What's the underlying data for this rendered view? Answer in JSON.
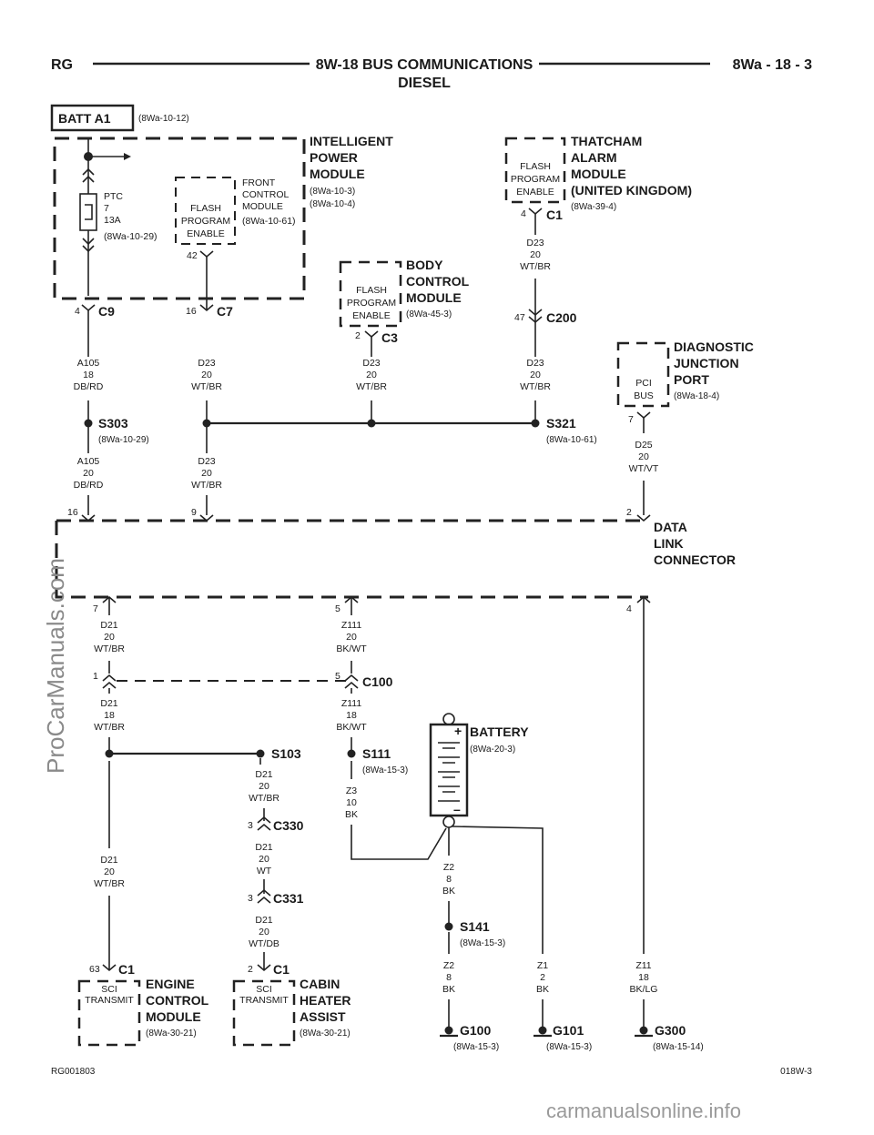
{
  "header": {
    "left": "RG",
    "title": "8W-18 BUS COMMUNICATIONS",
    "subtitle": "DIESEL",
    "right": "8Wa - 18 - 3"
  },
  "batt": {
    "label": "BATT A1",
    "ref": "(8Wa-10-12)"
  },
  "ipm": {
    "name": [
      "INTELLIGENT",
      "POWER",
      "MODULE"
    ],
    "refs": [
      "(8Wa-10-3)",
      "(8Wa-10-4)"
    ],
    "ptc": [
      "PTC",
      "7",
      "13A",
      "(8Wa-10-29)"
    ],
    "flash": [
      "FLASH",
      "PROGRAM",
      "ENABLE"
    ],
    "front": [
      "FRONT",
      "CONTROL",
      "MODULE",
      "(8Wa-10-61)"
    ],
    "pin42": "42",
    "c9_pin": "4",
    "c9": "C9",
    "c7_pin": "16",
    "c7": "C7"
  },
  "bcm": {
    "name": [
      "BODY",
      "CONTROL",
      "MODULE"
    ],
    "ref": "(8Wa-45-3)",
    "flash": [
      "FLASH",
      "PROGRAM",
      "ENABLE"
    ],
    "pin": "2",
    "conn": "C3"
  },
  "tam": {
    "name": [
      "THATCHAM",
      "ALARM",
      "MODULE",
      "(UNITED KINGDOM)"
    ],
    "ref": "(8Wa-39-4)",
    "flash": [
      "FLASH",
      "PROGRAM",
      "ENABLE"
    ],
    "pin": "4",
    "conn": "C1"
  },
  "c200": {
    "pin": "47",
    "name": "C200"
  },
  "djp": {
    "name": [
      "DIAGNOSTIC",
      "JUNCTION",
      "PORT"
    ],
    "ref": "(8Wa-18-4)",
    "pci": [
      "PCI",
      "BUS"
    ],
    "pin": "7"
  },
  "wires": {
    "a105_18": [
      "A105",
      "18",
      "DB/RD"
    ],
    "d23_ipm": [
      "D23",
      "20",
      "WT/BR"
    ],
    "d23_bcm": [
      "D23",
      "20",
      "WT/BR"
    ],
    "d23_tam_top": [
      "D23",
      "20",
      "WT/BR"
    ],
    "d23_tam_bot": [
      "D23",
      "20",
      "WT/BR"
    ],
    "d25": [
      "D25",
      "20",
      "WT/VT"
    ],
    "a105_20": [
      "A105",
      "20",
      "DB/RD"
    ],
    "d23_dlc": [
      "D23",
      "20",
      "WT/BR"
    ],
    "d21_top": [
      "D21",
      "20",
      "WT/BR"
    ],
    "z111_top": [
      "Z111",
      "20",
      "BK/WT"
    ],
    "d21_18": [
      "D21",
      "18",
      "WT/BR"
    ],
    "z111_18": [
      "Z111",
      "18",
      "BK/WT"
    ],
    "d21_ecm": [
      "D21",
      "20",
      "WT/BR"
    ],
    "d21_s103": [
      "D21",
      "20",
      "WT/BR"
    ],
    "d21_wt": [
      "D21",
      "20",
      "WT"
    ],
    "d21_wtdb": [
      "D21",
      "20",
      "WT/DB"
    ],
    "z3": [
      "Z3",
      "10",
      "BK"
    ],
    "z2_top": [
      "Z2",
      "8",
      "BK"
    ],
    "z2_bot": [
      "Z2",
      "8",
      "BK"
    ],
    "z1": [
      "Z1",
      "2",
      "BK"
    ],
    "z11": [
      "Z11",
      "18",
      "BK/LG"
    ]
  },
  "splices": {
    "s303": "S303",
    "s303_ref": "(8Wa-10-29)",
    "s321": "S321",
    "s321_ref": "(8Wa-10-61)",
    "s103": "S103",
    "s111": "S111",
    "s111_ref": "(8Wa-15-3)",
    "s141": "S141",
    "s141_ref": "(8Wa-15-3)"
  },
  "dlc": {
    "name": [
      "DATA",
      "LINK",
      "CONNECTOR"
    ],
    "pins_top": [
      "16",
      "9",
      "2"
    ],
    "pins_bot": [
      "7",
      "5",
      "4"
    ]
  },
  "c100": {
    "pin1": "1",
    "pin5": "5",
    "name": "C100"
  },
  "c330": {
    "pin": "3",
    "name": "C330"
  },
  "c331": {
    "pin": "3",
    "name": "C331"
  },
  "battery": {
    "name": "BATTERY",
    "ref": "(8Wa-20-3)",
    "plus": "+",
    "minus": "–"
  },
  "ecm": {
    "name": [
      "ENGINE",
      "CONTROL",
      "MODULE"
    ],
    "ref": "(8Wa-30-21)",
    "sci": [
      "SCI",
      "TRANSMIT"
    ],
    "pin": "63",
    "conn": "C1"
  },
  "cab": {
    "name": [
      "CABIN",
      "HEATER",
      "ASSIST"
    ],
    "ref": "(8Wa-30-21)",
    "sci": [
      "SCI",
      "TRANSMIT"
    ],
    "pin": "2",
    "conn": "C1"
  },
  "grounds": {
    "g100": "G100",
    "g100_ref": "(8Wa-15-3)",
    "g101": "G101",
    "g101_ref": "(8Wa-15-3)",
    "g300": "G300",
    "g300_ref": "(8Wa-15-14)"
  },
  "footer": {
    "left": "RG001803",
    "right": "018W-3"
  },
  "watermark_side": "ProCarManuals.com",
  "watermark_bottom": "carmanualsonline.info"
}
